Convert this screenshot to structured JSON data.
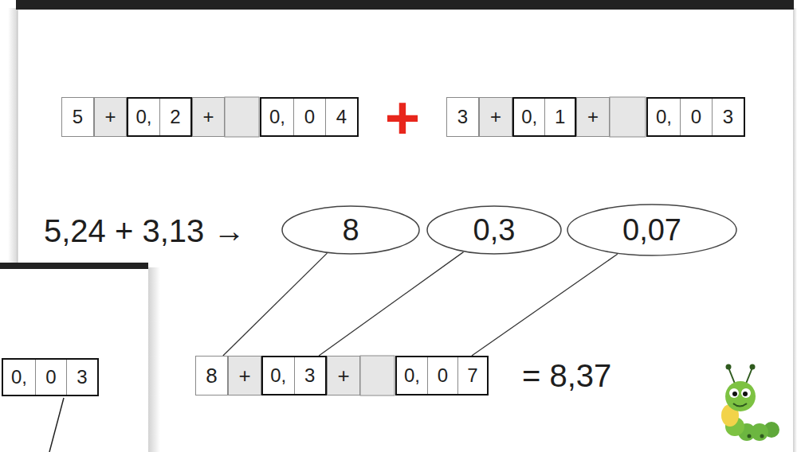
{
  "diagram": {
    "nodes": [
      {
        "text": [
          "5"
        ]
      },
      {
        "text": [
          "+"
        ]
      },
      {
        "text": [
          "0,",
          "2"
        ]
      },
      {
        "text": [
          "+"
        ]
      },
      {
        "text": [
          "0,",
          "0",
          "4"
        ]
      },
      {
        "text": [
          "3"
        ]
      },
      {
        "text": [
          "+"
        ]
      },
      {
        "text": [
          "0,",
          "1"
        ]
      },
      {
        "text": [
          "+"
        ]
      },
      {
        "text": [
          "0,",
          "0",
          "3"
        ]
      },
      {
        "text": [
          "8"
        ]
      },
      {
        "text": [
          "0,3"
        ]
      },
      {
        "text": [
          "0,07"
        ]
      },
      {
        "text": [
          "8"
        ]
      },
      {
        "text": [
          "+"
        ]
      },
      {
        "text": [
          "0,",
          "3"
        ]
      },
      {
        "text": [
          "+"
        ]
      },
      {
        "text": [
          "0,",
          "0",
          "7"
        ]
      },
      {
        "text": [
          "0,",
          "0",
          "3"
        ]
      }
    ],
    "edges": [
      {
        "from": 10,
        "to": 13,
        "arrow": "none"
      },
      {
        "from": 11,
        "to": 15,
        "arrow": "none"
      },
      {
        "from": 12,
        "to": 17,
        "arrow": "none"
      }
    ],
    "labels": [
      "+",
      "5,24 + 3,13 →",
      "= 8,37"
    ]
  }
}
